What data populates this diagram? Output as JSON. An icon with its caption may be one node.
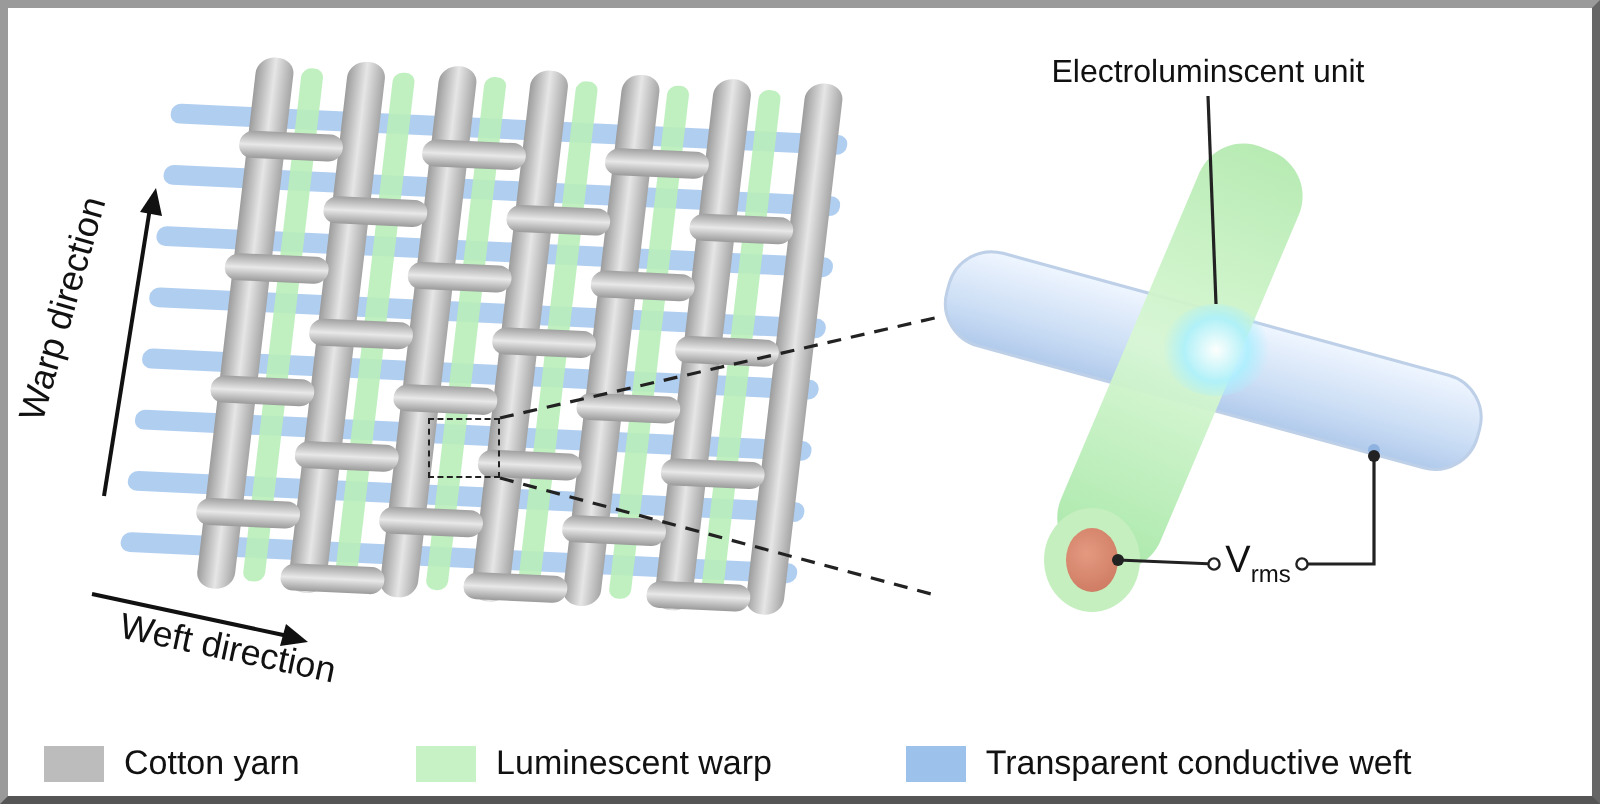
{
  "diagram": {
    "nodes": [
      {
        "text": [],
        "shape": "picture"
      },
      {
        "text": [],
        "shape": "box",
        "in": 0
      },
      {
        "text": [
          "Electroluminscent unit"
        ]
      },
      {
        "text": [],
        "shape": "picture"
      },
      {
        "text": [],
        "shape": "circle",
        "in": 3
      },
      {
        "text": [
          "V$_{rms}$"
        ],
        "in": 3
      },
      {
        "text": [],
        "shape": "circle",
        "in": 3
      },
      {
        "text": [],
        "shape": "circle",
        "in": 3
      }
    ],
    "edges": [
      {
        "from": 1,
        "to": 3,
        "arrow": "none",
        "style": "dashed"
      },
      {
        "from": 1,
        "to": 3,
        "arrow": "none",
        "style": "dashed"
      },
      {
        "from": 2,
        "to": 4,
        "arrow": "none"
      },
      {
        "from": 5,
        "to": 6,
        "arrow": "other"
      },
      {
        "from": 5,
        "to": 7,
        "arrow": "other"
      }
    ],
    "labels": [
      "Warp direction",
      "Weft direction"
    ],
    "legend": [
      {
        "text": "Cotton yarn",
        "color": "#bcbcbc"
      },
      {
        "text": "Luminescent warp",
        "color": "#c6f2c6"
      },
      {
        "text": "Transparent conductive weft",
        "color": "#9cc2ec"
      }
    ]
  }
}
